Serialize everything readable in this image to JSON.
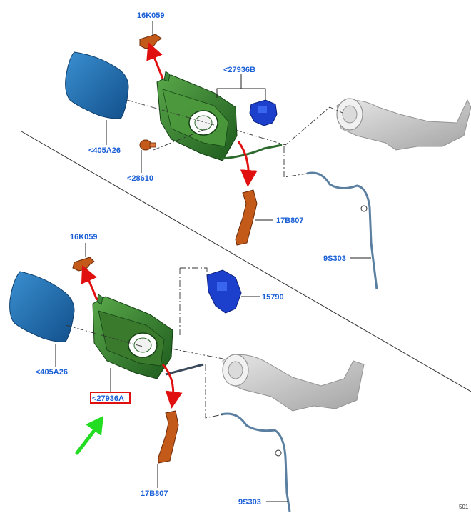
{
  "colors": {
    "label": "#1a5fd6",
    "cover": "#1f6fb0",
    "housing": "#2d7a2d",
    "bracket": "#c45a1a",
    "module": "#1c3fcc",
    "arrow_red": "#e01010",
    "arrow_green": "#22dd22",
    "highlight_box": "#e01010",
    "gray_part": "#b8b8b8"
  },
  "labels": {
    "top": {
      "p16k059": "16K059",
      "p27936b": "<27936B",
      "p405a26": "<405A26",
      "p28610": "<28610",
      "p17b807": "17B807",
      "p9s303": "9S303"
    },
    "bottom": {
      "p16k059": "16K059",
      "p15790": "15790",
      "p405a26": "<405A26",
      "p27936a": "<27936A",
      "p17b807": "17B807",
      "p9s303": "9S303"
    },
    "corner": "501"
  }
}
